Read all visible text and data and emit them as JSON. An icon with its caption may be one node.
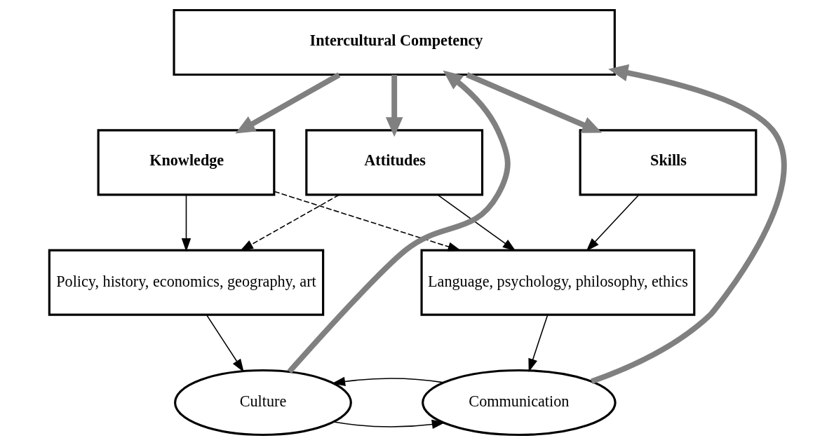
{
  "diagram": {
    "nodes": [
      {
        "text": [
          "Intercultural Competency"
        ]
      },
      {
        "text": [
          "Knowledge"
        ]
      },
      {
        "text": [
          "Skills"
        ]
      },
      {
        "text": [
          "Attitudes"
        ]
      },
      {
        "text": [
          "Policy, history, economics, geography, art"
        ]
      },
      {
        "text": [
          "Language, psychology, philosophy, ethics"
        ]
      },
      {
        "text": [
          "Culture"
        ]
      },
      {
        "text": [
          "Communication"
        ]
      }
    ],
    "edges": [
      {
        "from": 0,
        "to": 1,
        "arrow": "to",
        "style": "thick",
        "color": "#808080"
      },
      {
        "from": 0,
        "to": 2,
        "arrow": "to",
        "style": "thick",
        "color": "#808080"
      },
      {
        "from": 0,
        "to": 3,
        "arrow": "to",
        "style": "thick",
        "color": "#808080"
      },
      {
        "from": 1,
        "to": 4,
        "arrow": "to"
      },
      {
        "from": 1,
        "to": 5,
        "arrow": "to",
        "style": "dashed"
      },
      {
        "from": 3,
        "to": 4,
        "arrow": "to",
        "style": "dashed"
      },
      {
        "from": 2,
        "to": 5,
        "arrow": "to"
      },
      {
        "from": 3,
        "to": 5,
        "arrow": "to"
      },
      {
        "from": 4,
        "to": 6,
        "arrow": "to"
      },
      {
        "from": 5,
        "to": 7,
        "arrow": "to"
      },
      {
        "from": 6,
        "to": 7,
        "arrow": "to"
      },
      {
        "from": 7,
        "to": 6,
        "arrow": "to"
      },
      {
        "from": 6,
        "to": 0,
        "arrow": "to",
        "style": "thick",
        "color": "#808080"
      },
      {
        "from": 7,
        "to": 0,
        "arrow": "to",
        "style": "thick",
        "color": "#808080"
      }
    ]
  }
}
